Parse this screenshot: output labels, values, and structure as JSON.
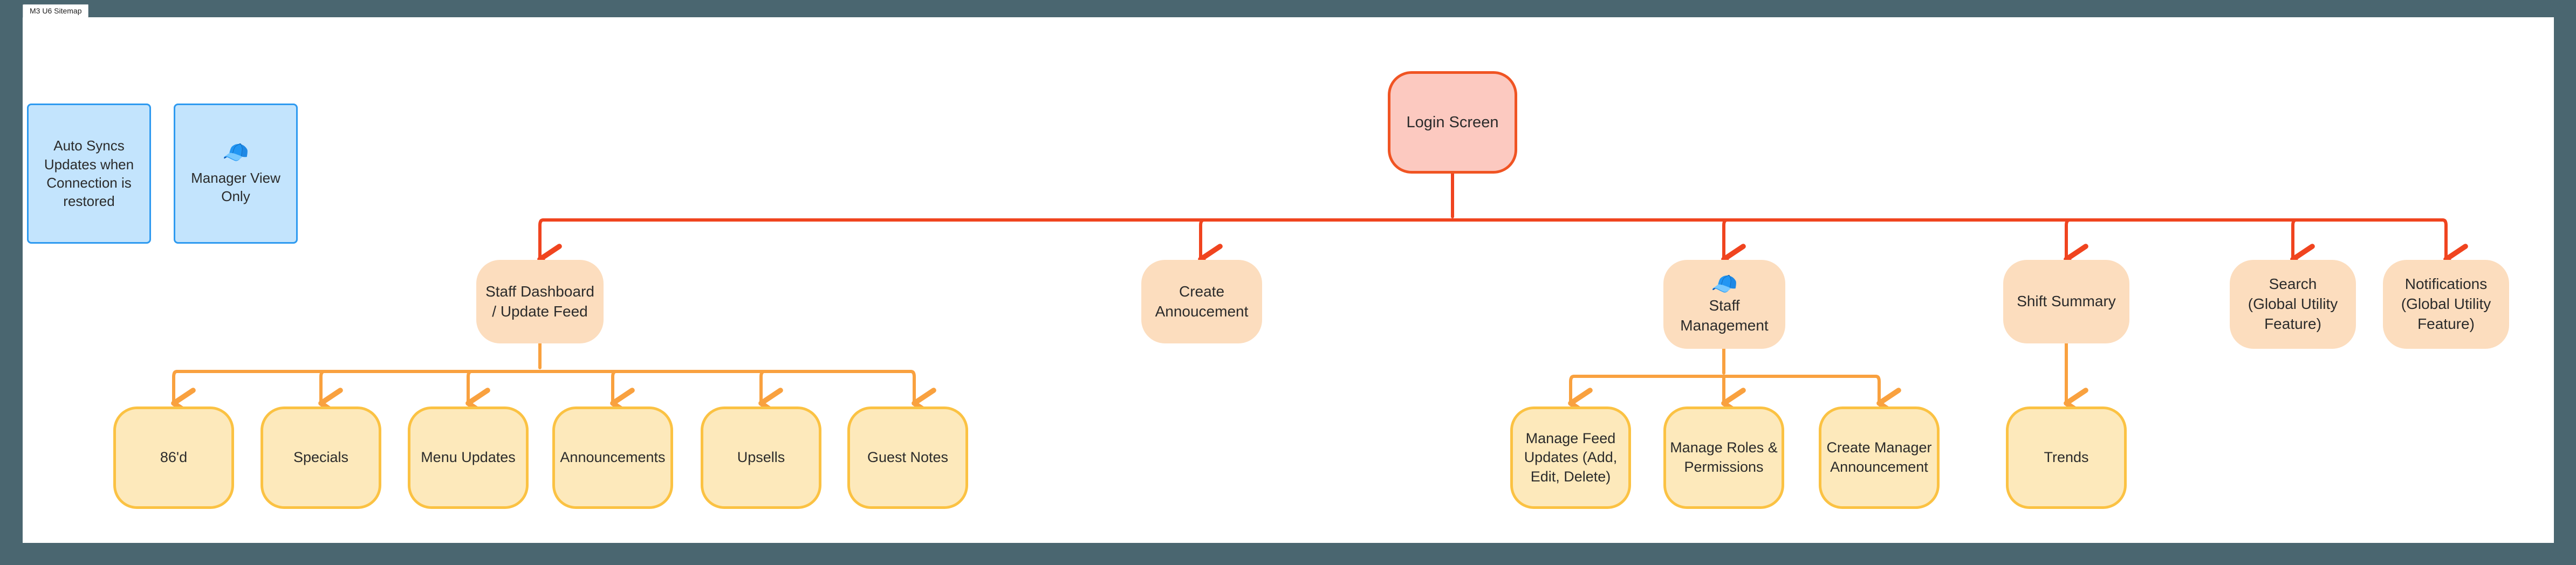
{
  "window": {
    "background_color": "#4a6670",
    "canvas_color": "#ffffff"
  },
  "tab": {
    "label": "M3 U6 Sitemap"
  },
  "colors": {
    "root_fill": "#fcc9c0",
    "root_border": "#f05423",
    "level2_fill": "#fcddbe",
    "level2_border": "#f9a13f",
    "leaf_fill": "#fde9bb",
    "leaf_border": "#fbc243",
    "legend_fill": "#c3e4fd",
    "legend_border": "#2e9af0",
    "edge_root": "#f0441f",
    "edge_branch": "#f9a13f",
    "text": "#2b2b2b"
  },
  "icons": {
    "manager_cap": "🧢"
  },
  "legend": [
    {
      "id": "auto-sync",
      "label": "Auto Syncs\nUpdates when\nConnection is\nrestored",
      "icon": null
    },
    {
      "id": "manager-view-only",
      "label": "Manager View\nOnly",
      "icon": "🧢"
    }
  ],
  "root": {
    "id": "login-screen",
    "label": "Login Screen"
  },
  "level2": [
    {
      "id": "staff-dashboard",
      "label": "Staff Dashboard\n/ Update Feed",
      "icon": null
    },
    {
      "id": "create-annoucement",
      "label": "Create\nAnnoucement",
      "icon": null
    },
    {
      "id": "staff-management",
      "label": "Staff\nManagement",
      "icon": "🧢"
    },
    {
      "id": "shift-summary",
      "label": "Shift Summary",
      "icon": null
    },
    {
      "id": "search-global",
      "label": "Search\n(Global Utility\nFeature)",
      "icon": null
    },
    {
      "id": "notifications-global",
      "label": "Notifications\n(Global Utility\nFeature)",
      "icon": null
    }
  ],
  "leaves_staff_dashboard": [
    {
      "id": "eighty-sixd",
      "label": "86'd"
    },
    {
      "id": "specials",
      "label": "Specials"
    },
    {
      "id": "menu-updates",
      "label": "Menu Updates"
    },
    {
      "id": "announcements",
      "label": "Announcements"
    },
    {
      "id": "upsells",
      "label": "Upsells"
    },
    {
      "id": "guest-notes",
      "label": "Guest Notes"
    }
  ],
  "leaves_staff_management": [
    {
      "id": "manage-feed-updates",
      "label": "Manage Feed\nUpdates (Add,\nEdit, Delete)"
    },
    {
      "id": "manage-roles-permissions",
      "label": "Manage Roles &\nPermissions"
    },
    {
      "id": "create-manager-announcement",
      "label": "Create Manager\nAnnouncement"
    }
  ],
  "leaves_shift_summary": [
    {
      "id": "trends",
      "label": "Trends"
    }
  ]
}
